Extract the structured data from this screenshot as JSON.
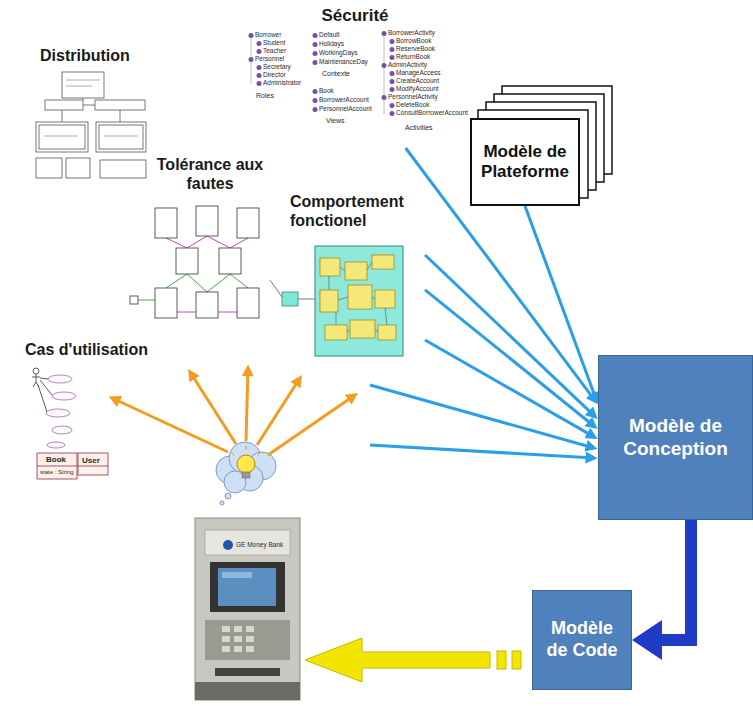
{
  "diagram": {
    "nodes": [
      {
        "text": [
          "Sécurité"
        ]
      },
      {
        "text": [
          "Distribution"
        ]
      },
      {
        "text": [
          "Modèle de Plateforme"
        ]
      },
      {
        "text": [
          "Tolérance aux fautes"
        ]
      },
      {
        "text": [
          "Comportement fonctionel"
        ]
      },
      {
        "text": [
          "Cas d'utilisation"
        ]
      },
      {
        "text": [
          "Modèle de Conception"
        ]
      },
      {
        "text": [
          "Modèle de Code"
        ]
      }
    ],
    "edges": [
      {
        "from": 0,
        "to": 6,
        "arrow": "to"
      },
      {
        "from": 2,
        "to": 6,
        "arrow": "to"
      },
      {
        "from": 4,
        "to": 6,
        "arrow": "to"
      },
      {
        "from": 4,
        "to": 6,
        "arrow": "to"
      },
      {
        "from": 4,
        "to": 6,
        "arrow": "to"
      },
      {
        "from": 6,
        "to": 7,
        "arrow": "to"
      }
    ],
    "labels": [
      "Borrower",
      "Student",
      "Teacher",
      "Personnel",
      "Secretary",
      "Director",
      "Administrator",
      "Roles",
      "Default",
      "Holidays",
      "WorkingDays",
      "MaintenanceDay",
      "Contexte",
      "Book",
      "BorrowerAccount",
      "PersonnelAccount",
      "Views",
      "BorrowerActivity",
      "BorrowBook",
      "ReserveBook",
      "ReturnBook",
      "AdminActivity",
      "ManageAccess",
      "CreateAccount",
      "ModifyAccount",
      "PersonnelActivity",
      "DeleteBook",
      "ConsultBorrowerAccount",
      "Activities",
      "Book",
      "state : String",
      "User",
      "GE Money Bank"
    ]
  }
}
